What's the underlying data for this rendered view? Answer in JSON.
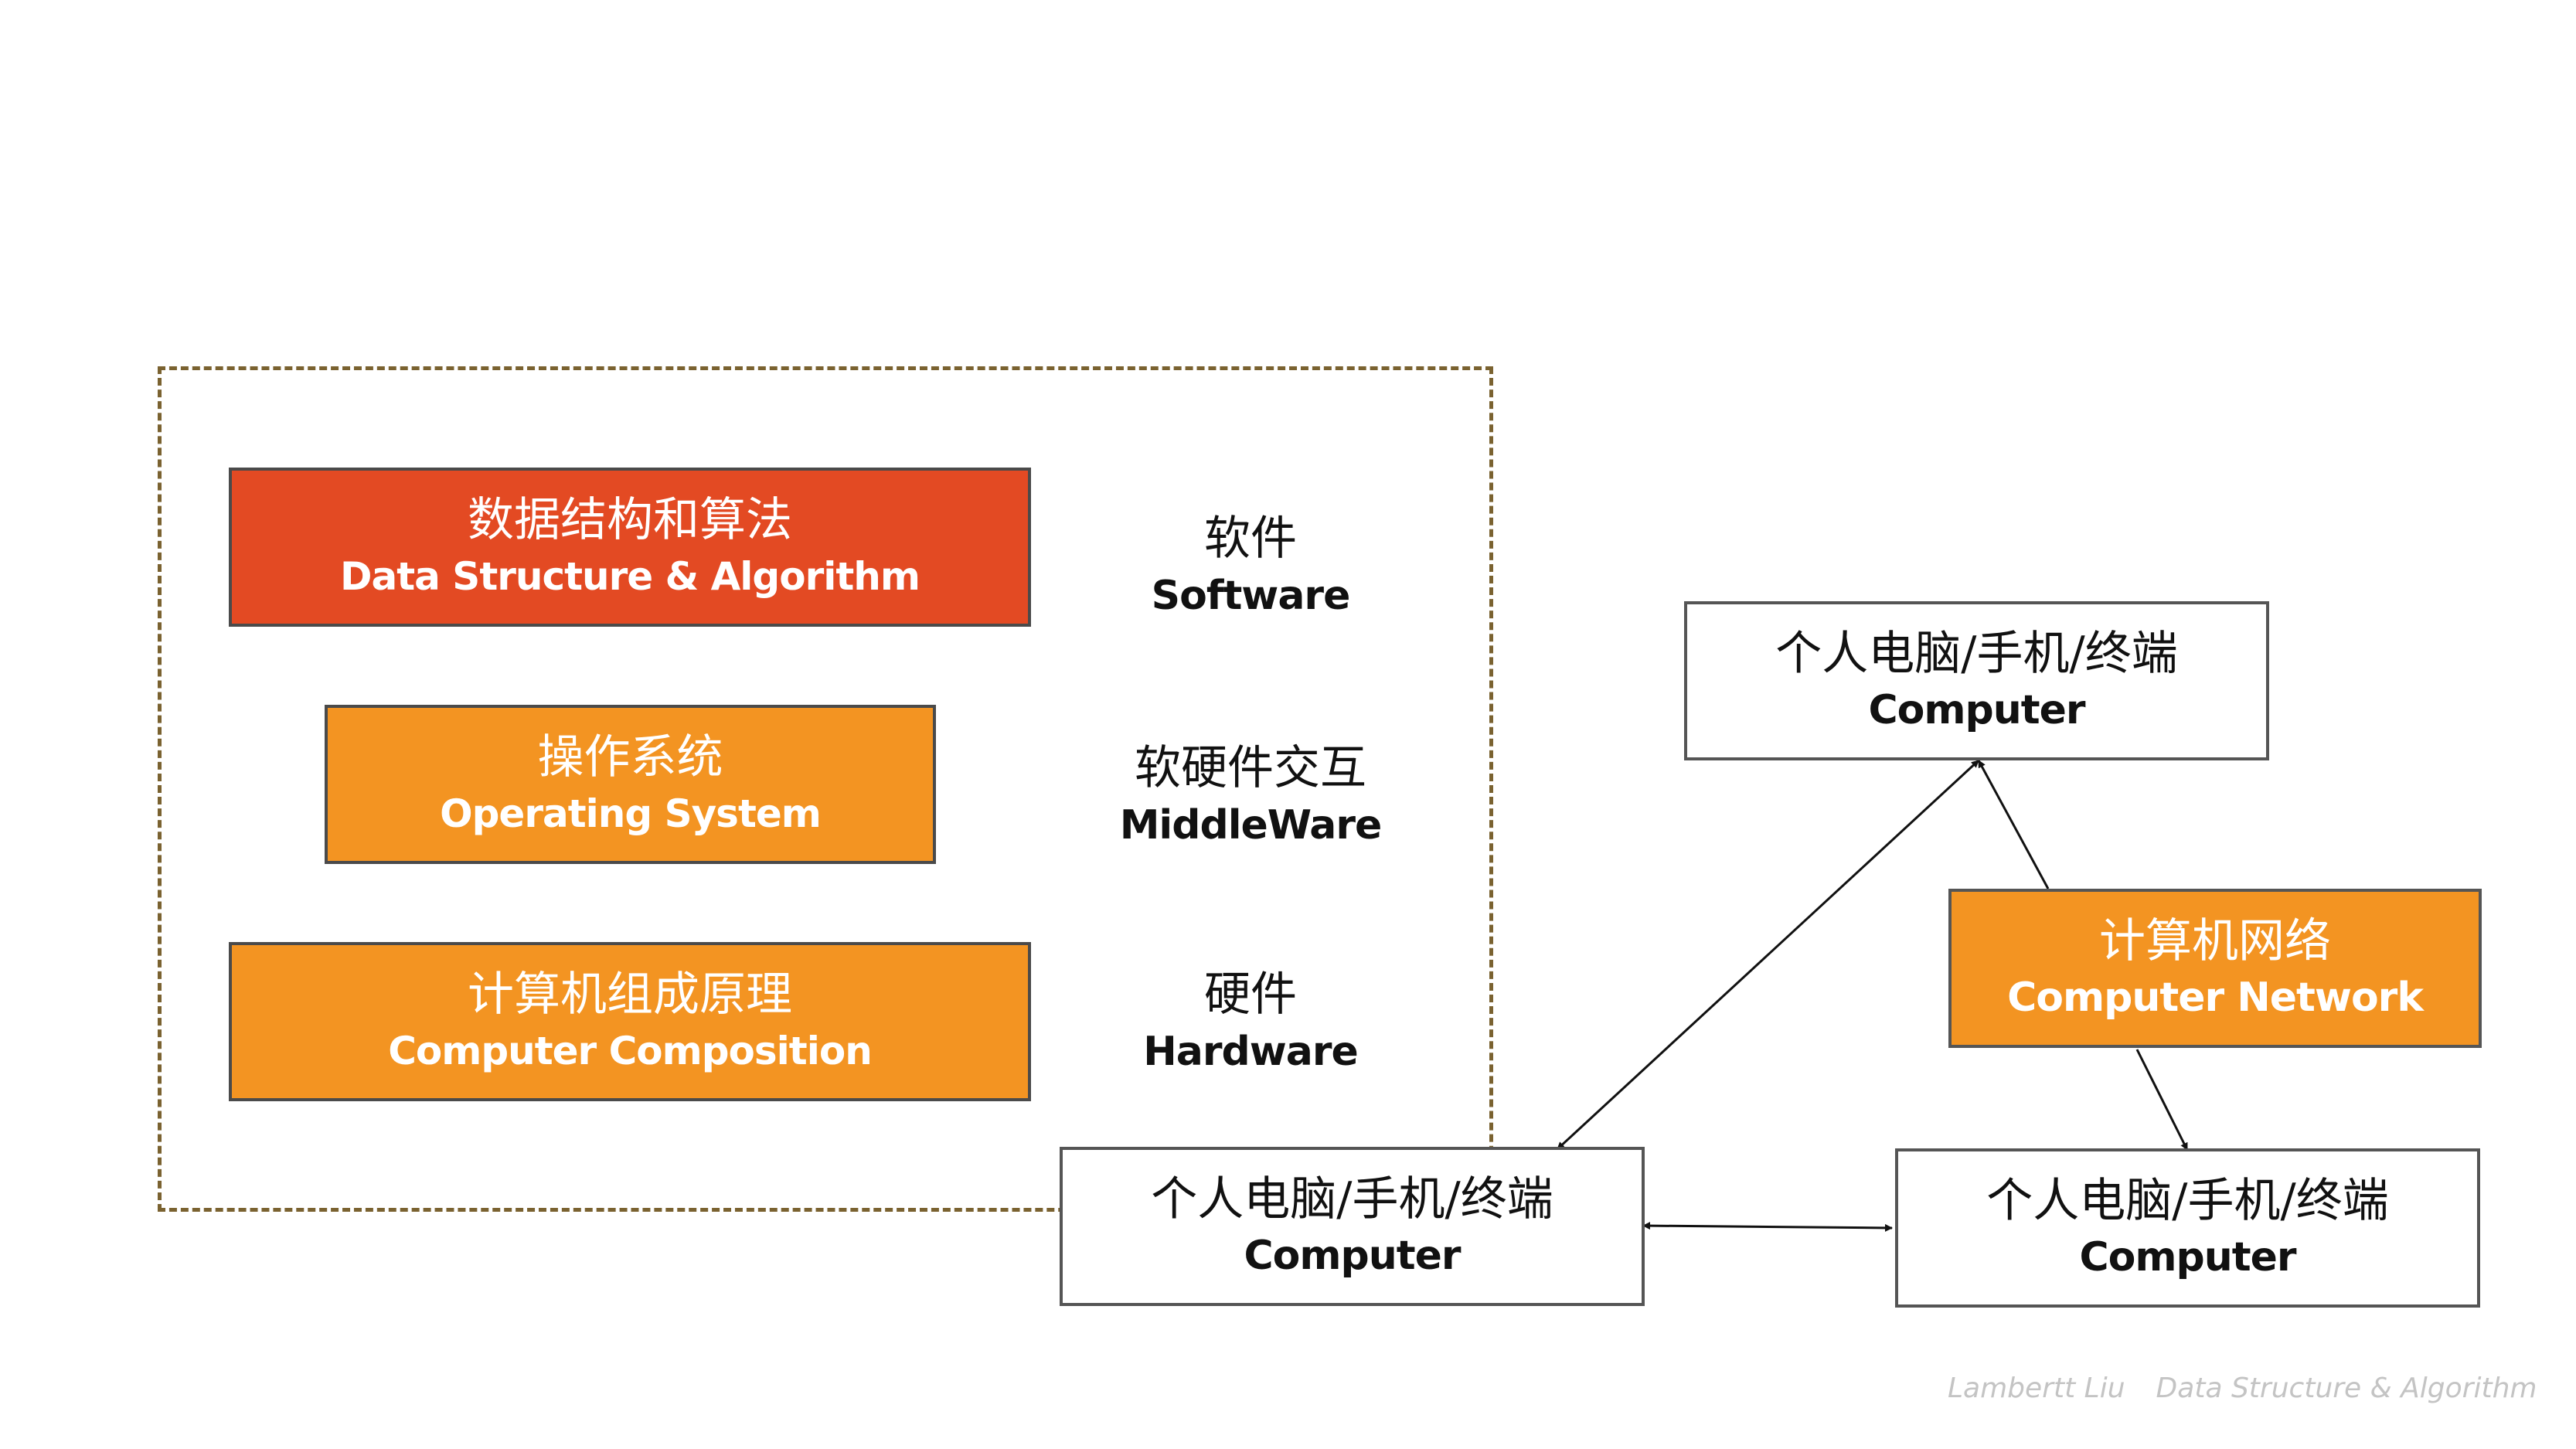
{
  "layers": [
    {
      "zh": "数据结构和算法",
      "en": "Data Structure & Algorithm",
      "color": "#e34a23"
    },
    {
      "zh": "操作系统",
      "en": "Operating System",
      "color": "#f39422"
    },
    {
      "zh": "计算机组成原理",
      "en": "Computer Composition",
      "color": "#f39422"
    }
  ],
  "tags": [
    {
      "zh": "软件",
      "en": "Software"
    },
    {
      "zh": "软硬件交互",
      "en": "MiddleWare"
    },
    {
      "zh": "硬件",
      "en": "Hardware"
    }
  ],
  "nodes": {
    "top": {
      "zh": "个人电脑/手机/终端",
      "en": "Computer"
    },
    "bottom_left": {
      "zh": "个人电脑/手机/终端",
      "en": "Computer"
    },
    "bottom_right": {
      "zh": "个人电脑/手机/终端",
      "en": "Computer"
    }
  },
  "network": {
    "zh": "计算机网络",
    "en": "Computer Network",
    "color": "#f39422"
  },
  "footer": {
    "author": "Lambertt Liu",
    "course": "Data Structure & Algorithm"
  }
}
